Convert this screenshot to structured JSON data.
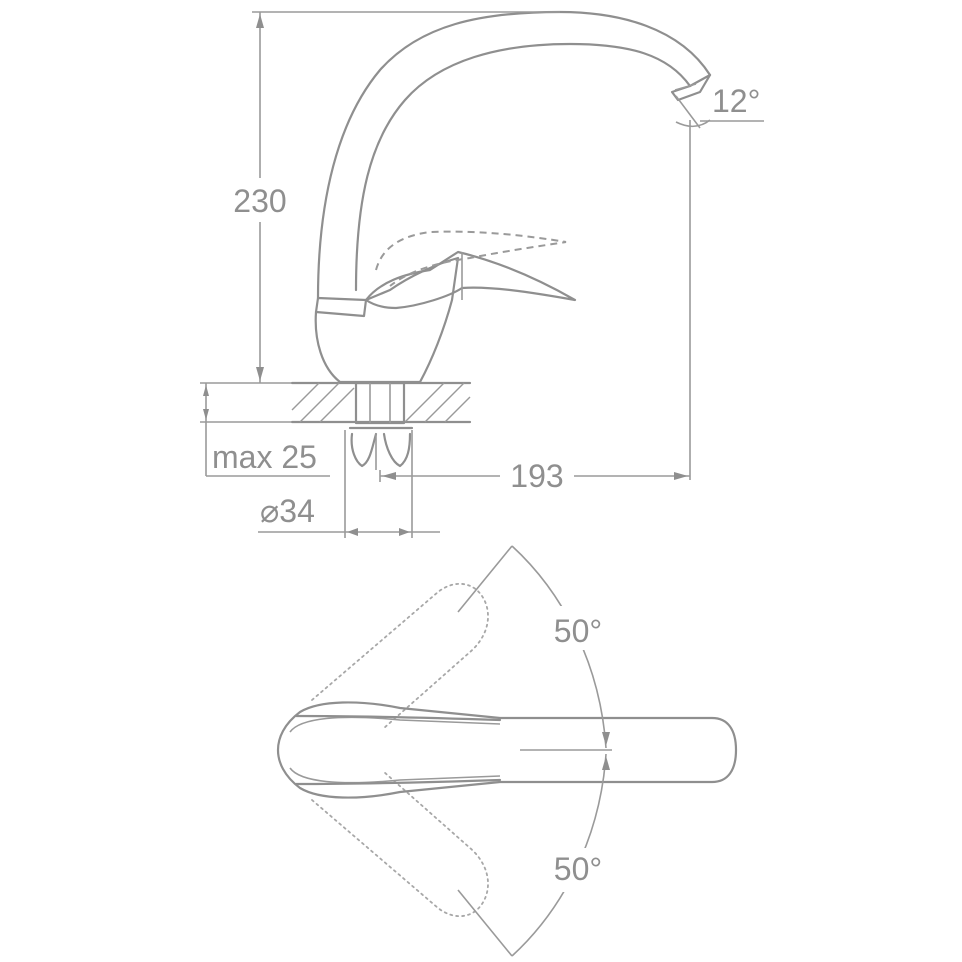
{
  "drawing": {
    "dimensions": {
      "height": "230",
      "reach": "193",
      "aerator_angle": "12°",
      "mount_thickness": "max 25",
      "hole_diameter": "⌀34",
      "lever_angle_up": "50°",
      "lever_angle_down": "50°"
    },
    "colors": {
      "line": "#8f8f8f",
      "background": "#ffffff"
    }
  }
}
